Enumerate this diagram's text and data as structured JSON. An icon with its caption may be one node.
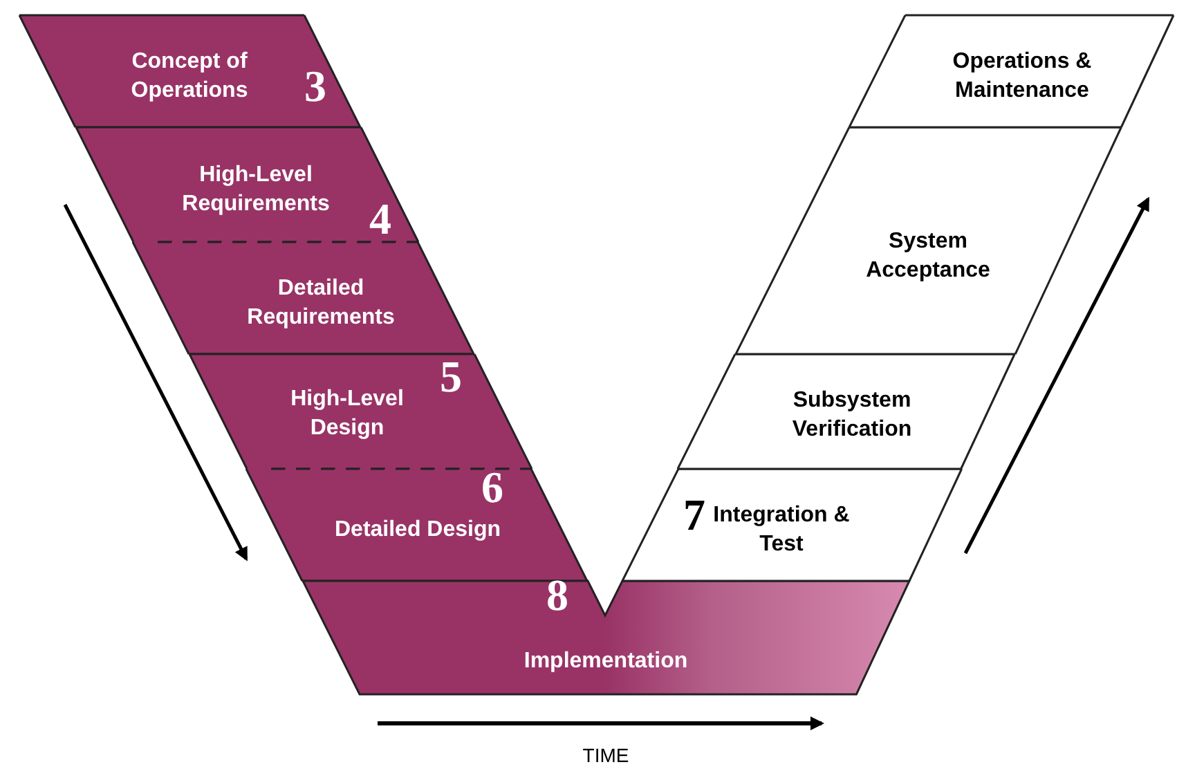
{
  "diagram": {
    "nodes": [
      {
        "text": [
          "Concept of Operations",
          "3"
        ]
      },
      {
        "text": [
          "High-Level Requirements",
          "4"
        ]
      },
      {
        "text": [
          "Detailed Requirements"
        ]
      },
      {
        "text": [
          "High-Level Design",
          "5"
        ]
      },
      {
        "text": [
          "6",
          "Detailed Design"
        ]
      },
      {
        "text": [
          "8",
          "Implementation"
        ]
      },
      {
        "text": [
          "7",
          "Integration & Test"
        ]
      },
      {
        "text": [
          "Subsystem Verification"
        ]
      },
      {
        "text": [
          "System Acceptance"
        ]
      },
      {
        "text": [
          "Operations & Maintenance"
        ]
      }
    ],
    "edges": [],
    "labels": [
      "TIME"
    ]
  }
}
